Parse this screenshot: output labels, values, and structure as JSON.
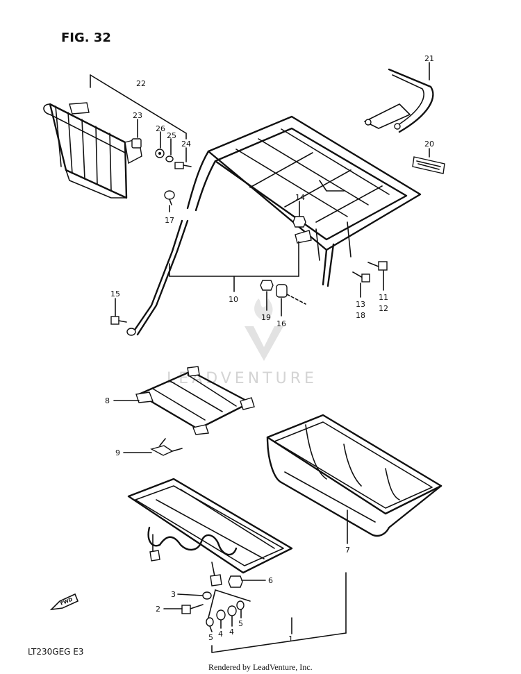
{
  "figure": {
    "title": "FIG. 32",
    "model_code": "LT230GEG E3"
  },
  "footer": {
    "rendered_by": "Rendered by LeadVenture, Inc."
  },
  "watermark": {
    "text": "LEADVENTURE"
  },
  "fwd_label": "FWD",
  "callouts": {
    "c1": "1",
    "c2": "2",
    "c3": "3",
    "c4a": "4",
    "c4b": "4",
    "c5a": "5",
    "c5b": "5",
    "c6": "6",
    "c7": "7",
    "c8": "8",
    "c9": "9",
    "c10": "10",
    "c11": "11",
    "c12": "12",
    "c13": "13",
    "c14": "14",
    "c15": "15",
    "c16": "16",
    "c17": "17",
    "c18": "18",
    "c19": "19",
    "c20": "20",
    "c21": "21",
    "c22": "22",
    "c23": "23",
    "c24": "24",
    "c25": "25",
    "c26": "26"
  },
  "colors": {
    "ink": "#111111",
    "watermark": "#d4d4d4",
    "background": "#ffffff"
  }
}
